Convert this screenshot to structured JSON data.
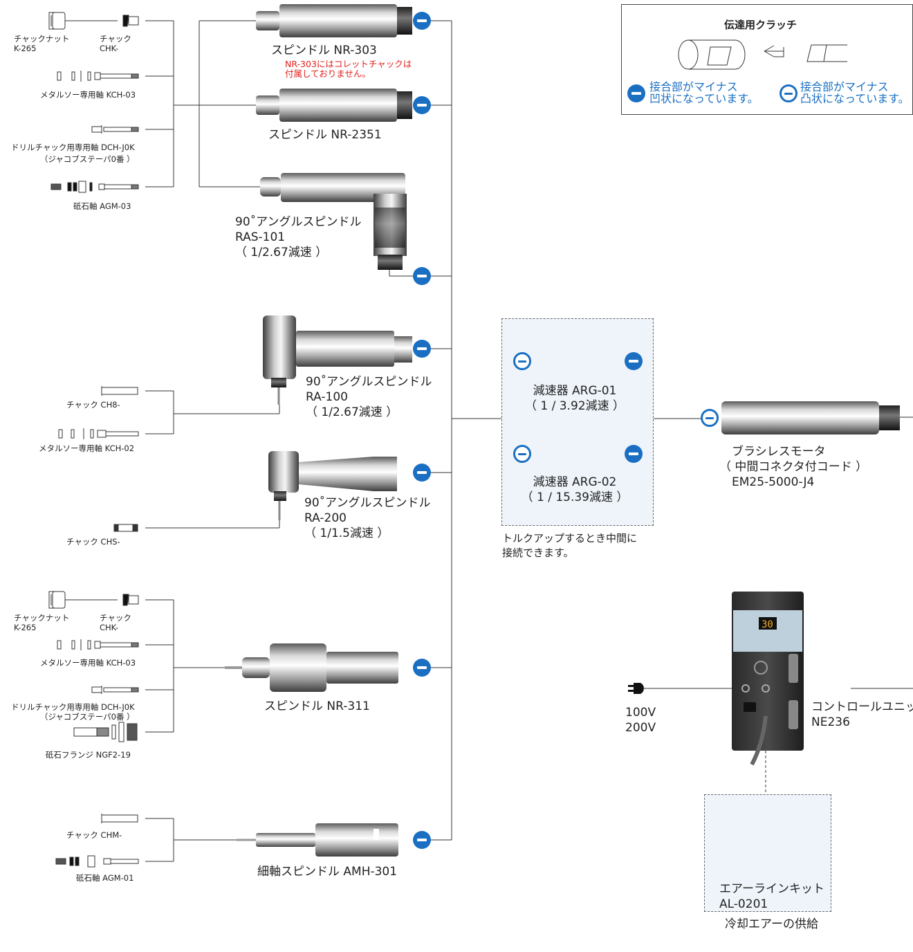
{
  "legend": {
    "title": "伝達用クラッチ",
    "neg_label": [
      "接合部がマイナス",
      "凹状になっています。"
    ],
    "pos_label": [
      "接合部がマイナス",
      "凸状になっています。"
    ]
  },
  "spindles": {
    "nr303": {
      "name": "スピンドル  NR-303",
      "note": [
        "NR-303にはコレットチャックは",
        "付属しておりません。"
      ]
    },
    "nr2351": {
      "name": "スピンドル  NR-2351"
    },
    "ras101": {
      "name": "90˚アングルスピンドル",
      "model": "RAS-101",
      "ratio": "（ 1/2.67減速 ）"
    },
    "ra100": {
      "name": "90˚アングルスピンドル",
      "model": "RA-100",
      "ratio": "（ 1/2.67減速 ）"
    },
    "ra200": {
      "name": "90˚アングルスピンドル",
      "model": "RA-200",
      "ratio": "（ 1/1.5減速 ）"
    },
    "nr311": {
      "name": "スピンドル  NR-311"
    },
    "amh301": {
      "name": "細軸スピンドル  AMH-301"
    }
  },
  "accessories": {
    "group1": {
      "chuck_nut": [
        "チャックナット",
        "K-265"
      ],
      "chuck": [
        "チャック",
        "CHK-"
      ],
      "metal_saw": "メタルソー専用軸  KCH-03",
      "drill_chuck": [
        "ドリルチャック用専用軸  DCH-J0K",
        "（ジャコブステーパ0番 ）"
      ],
      "grind": "砥石軸  AGM-03"
    },
    "group2": {
      "chuck": "チャック  CH8-",
      "metal_saw": "メタルソー専用軸  KCH-02"
    },
    "group3": {
      "chuck": "チャック  CHS-"
    },
    "group4": {
      "chuck_nut": [
        "チャックナット",
        "K-265"
      ],
      "chuck": [
        "チャック",
        "CHK-"
      ],
      "metal_saw": "メタルソー専用軸  KCH-03",
      "drill_chuck": [
        "ドリルチャック用専用軸  DCH-J0K",
        "（ジャコブステーパ0番 ）"
      ],
      "flange": "砥石フランジ  NGF2-19"
    },
    "group5": {
      "chuck": "チャック  CHM-",
      "grind": "砥石軸  AGM-01"
    }
  },
  "reducers": {
    "arg01": {
      "name": "減速器 ARG-01",
      "ratio": "（ 1 / 3.92減速 ）"
    },
    "arg02": {
      "name": "減速器 ARG-02",
      "ratio": "（ 1 / 15.39減速 ）"
    },
    "note": [
      "トルクアップするとき中間に",
      "接続できます。"
    ]
  },
  "motor": {
    "name": "ブラシレスモータ",
    "sub": "（ 中間コネクタ付コード ）",
    "model": "EM25-5000-J4"
  },
  "controller": {
    "name": "コントロールユニット",
    "model": "NE236",
    "display": "30"
  },
  "power": {
    "v1": "100V",
    "v2": "200V"
  },
  "air": {
    "name": "エアーラインキット",
    "model": "AL-0201",
    "note": "冷却エアーの供給"
  },
  "colors": {
    "accent": "#1a6fc2",
    "note_red": "#e0201b",
    "line": "#333333",
    "dash_bg": "#eef4fa"
  }
}
